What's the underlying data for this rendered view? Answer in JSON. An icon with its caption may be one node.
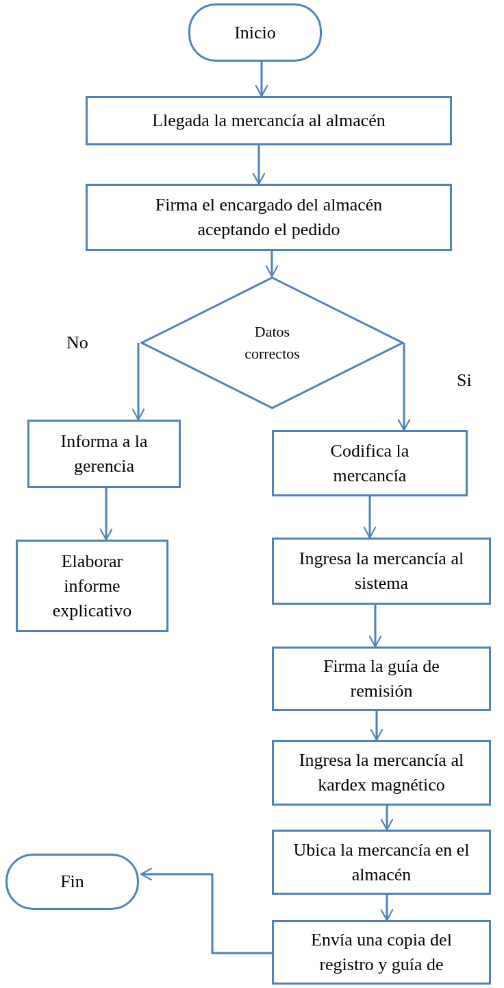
{
  "diagram": {
    "nodes": [
      {
        "text": [
          "Inicio"
        ]
      },
      {
        "text": [
          "Llegada la mercancía al almacén"
        ]
      },
      {
        "text": [
          "Firma el encargado del almacén aceptando el pedido"
        ]
      },
      {
        "text": [
          "Datos correctos"
        ]
      },
      {
        "text": [
          "Informa a la gerencia"
        ]
      },
      {
        "text": [
          "Elaborar informe explicativo"
        ]
      },
      {
        "text": [
          "Codifica la mercancía"
        ]
      },
      {
        "text": [
          "Ingresa la mercancía al sistema"
        ]
      },
      {
        "text": [
          "Firma la guía de remisión"
        ]
      },
      {
        "text": [
          "Ingresa la mercancía al kardex magnético"
        ]
      },
      {
        "text": [
          "Ubica la mercancía en el almacén"
        ]
      },
      {
        "text": [
          "Envía una copia del registro y guía de"
        ]
      },
      {
        "text": [
          "Fin"
        ]
      }
    ],
    "edges": [
      {
        "from": 0,
        "to": 1,
        "arrow": "to"
      },
      {
        "from": 1,
        "to": 2,
        "arrow": "to"
      },
      {
        "from": 2,
        "to": 3,
        "arrow": "to"
      },
      {
        "from": 3,
        "to": 4,
        "arrow": "to",
        "label": "No"
      },
      {
        "from": 4,
        "to": 5,
        "arrow": "to"
      },
      {
        "from": 3,
        "to": 6,
        "arrow": "to",
        "label": "Si"
      },
      {
        "from": 6,
        "to": 7,
        "arrow": "to"
      },
      {
        "from": 7,
        "to": 8,
        "arrow": "to"
      },
      {
        "from": 8,
        "to": 9,
        "arrow": "to"
      },
      {
        "from": 9,
        "to": 10,
        "arrow": "to"
      },
      {
        "from": 10,
        "to": 11,
        "arrow": "to"
      },
      {
        "from": 11,
        "to": 12,
        "arrow": "to"
      }
    ]
  }
}
